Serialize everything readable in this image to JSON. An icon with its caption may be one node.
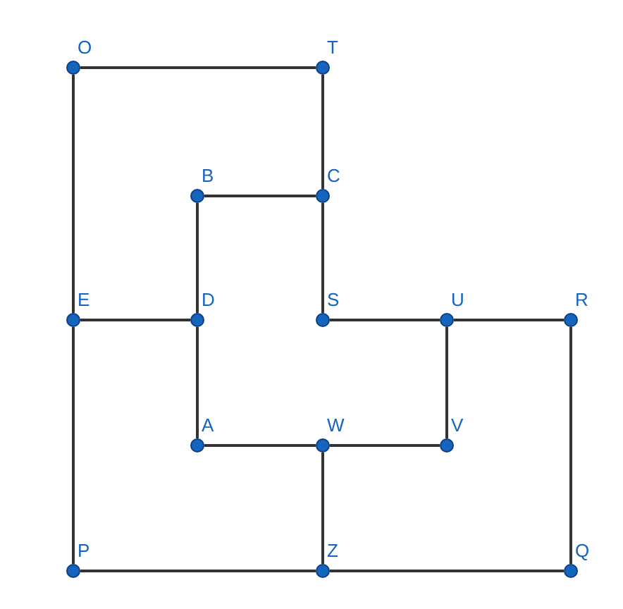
{
  "diagram": {
    "nodes": [
      {
        "text": [
          "O"
        ]
      },
      {
        "text": [
          "T"
        ]
      },
      {
        "text": [
          "B"
        ]
      },
      {
        "text": [
          "C"
        ]
      },
      {
        "text": [
          "E"
        ]
      },
      {
        "text": [
          "D"
        ]
      },
      {
        "text": [
          "S"
        ]
      },
      {
        "text": [
          "U"
        ]
      },
      {
        "text": [
          "R"
        ]
      },
      {
        "text": [
          "A"
        ]
      },
      {
        "text": [
          "W"
        ]
      },
      {
        "text": [
          "V"
        ]
      },
      {
        "text": [
          "P"
        ]
      },
      {
        "text": [
          "Z"
        ]
      },
      {
        "text": [
          "Q"
        ]
      }
    ],
    "edges": [
      {
        "from": 0,
        "to": 1,
        "arrow": "none"
      },
      {
        "from": 0,
        "to": 4,
        "arrow": "none"
      },
      {
        "from": 4,
        "to": 12,
        "arrow": "none"
      },
      {
        "from": 1,
        "to": 3,
        "arrow": "none"
      },
      {
        "from": 3,
        "to": 6,
        "arrow": "none"
      },
      {
        "from": 2,
        "to": 3,
        "arrow": "none"
      },
      {
        "from": 2,
        "to": 5,
        "arrow": "none"
      },
      {
        "from": 4,
        "to": 5,
        "arrow": "none"
      },
      {
        "from": 5,
        "to": 9,
        "arrow": "none"
      },
      {
        "from": 9,
        "to": 10,
        "arrow": "none"
      },
      {
        "from": 10,
        "to": 11,
        "arrow": "none"
      },
      {
        "from": 11,
        "to": 7,
        "arrow": "none"
      },
      {
        "from": 6,
        "to": 7,
        "arrow": "none"
      },
      {
        "from": 7,
        "to": 8,
        "arrow": "none"
      },
      {
        "from": 8,
        "to": 14,
        "arrow": "none"
      },
      {
        "from": 12,
        "to": 13,
        "arrow": "none"
      },
      {
        "from": 13,
        "to": 14,
        "arrow": "none"
      },
      {
        "from": 10,
        "to": 13,
        "arrow": "none"
      }
    ]
  }
}
